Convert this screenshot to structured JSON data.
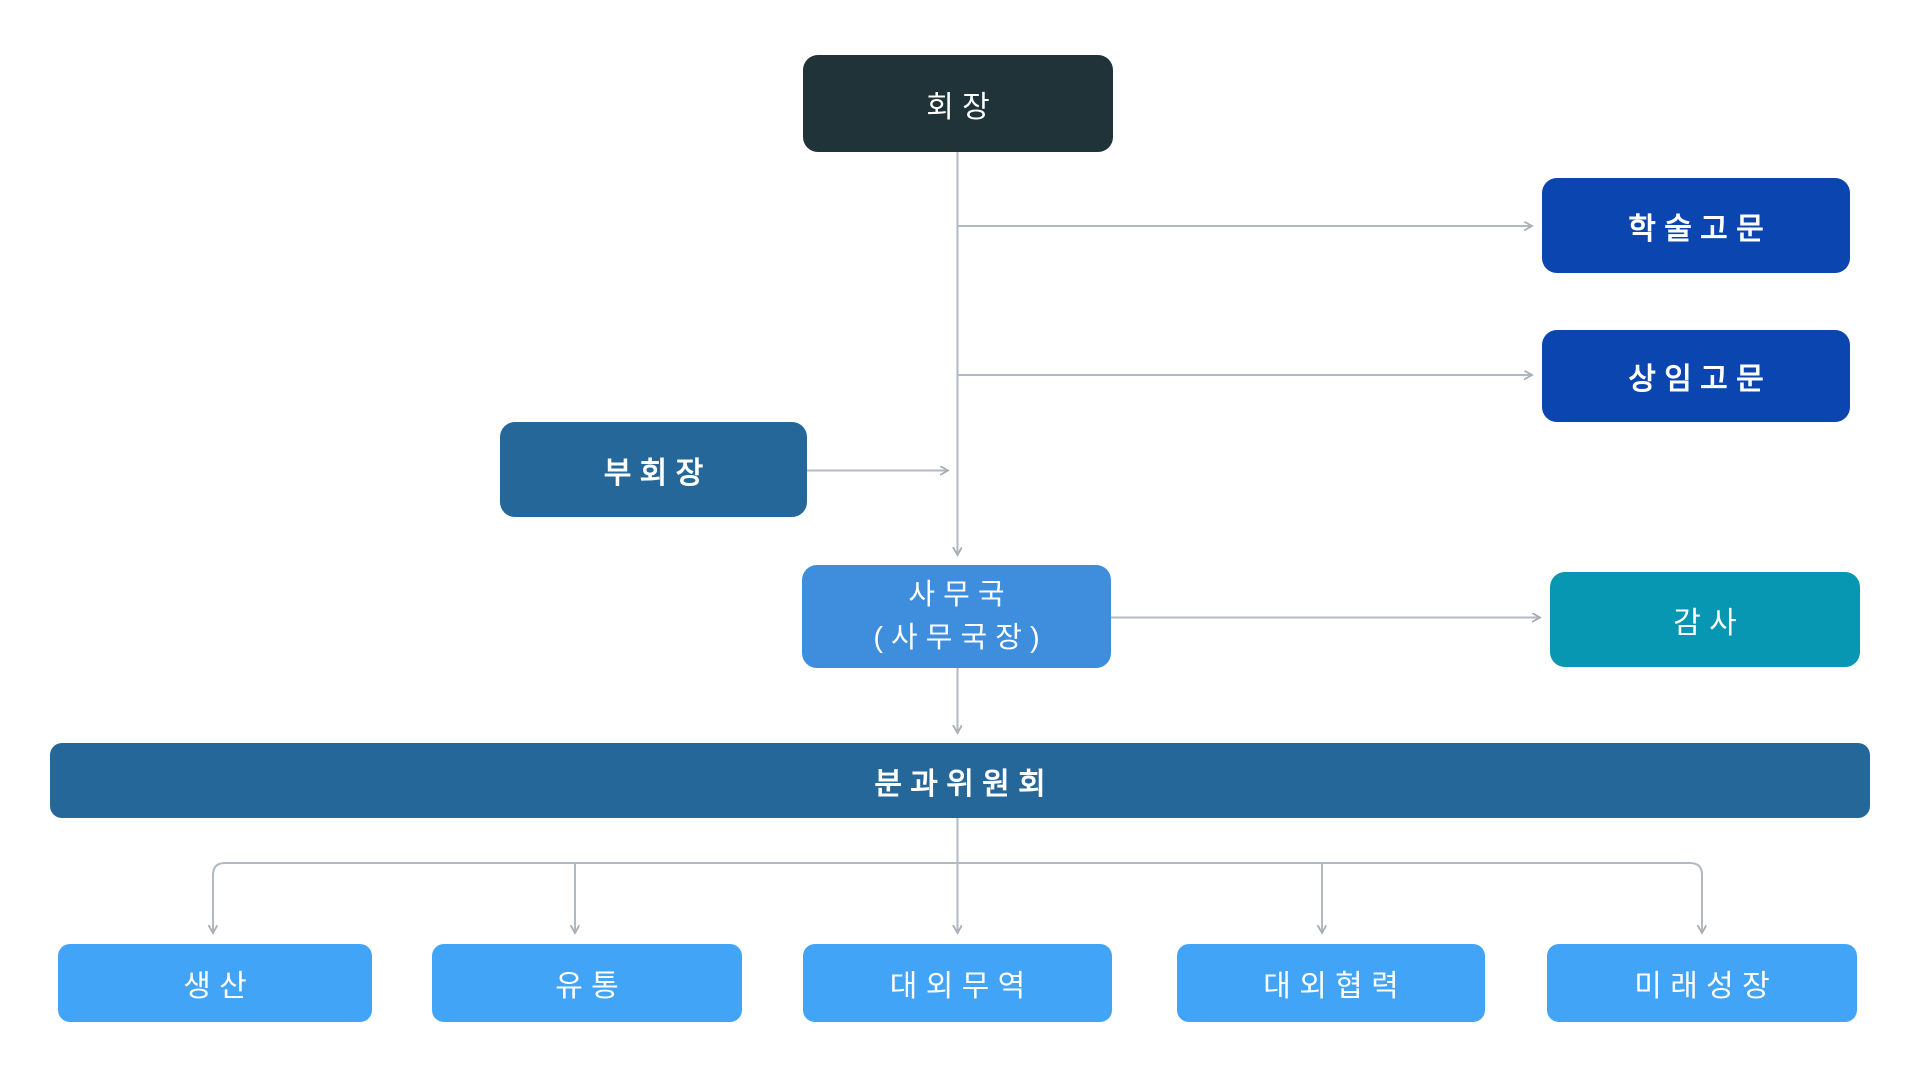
{
  "diagram": {
    "type": "org-chart",
    "connector_color": "#b2bac1",
    "arrowhead_color": "#a6aeb6",
    "nodes": {
      "chairman": {
        "label": "회 장",
        "color": "#1f3339",
        "text_color": "#ffffff",
        "bold": false
      },
      "academic_advisor": {
        "label": "학 술 고 문",
        "color": "#0b45b0",
        "text_color": "#ffffff",
        "bold": true
      },
      "standing_advisor": {
        "label": "상 임 고 문",
        "color": "#0b45b0",
        "text_color": "#ffffff",
        "bold": true
      },
      "vice_chairman": {
        "label": "부 회 장",
        "color": "#26679a",
        "text_color": "#ffffff",
        "bold": true
      },
      "secretariat": {
        "label_line1": "사 무 국",
        "label_line2": "( 사 무 국 장 )",
        "color": "#3e8edd",
        "text_color": "#ffffff",
        "bold": false
      },
      "auditor": {
        "label": "감 사",
        "color": "#0797b2",
        "text_color": "#ffffff",
        "bold": false
      },
      "subcommittee_bar": {
        "label": "분 과 위 원 회",
        "color": "#26679a",
        "text_color": "#ffffff",
        "bold": true
      },
      "dept_production": {
        "label": "생 산",
        "color": "#41a4f6",
        "text_color": "#ffffff",
        "bold": false
      },
      "dept_distribution": {
        "label": "유 통",
        "color": "#41a4f6",
        "text_color": "#ffffff",
        "bold": false
      },
      "dept_foreign_trade": {
        "label": "대 외 무 역",
        "color": "#41a4f6",
        "text_color": "#ffffff",
        "bold": false
      },
      "dept_external_cooperation": {
        "label": "대 외 협 력",
        "color": "#41a4f6",
        "text_color": "#ffffff",
        "bold": false
      },
      "dept_future_growth": {
        "label": "미 래 성 장",
        "color": "#41a4f6",
        "text_color": "#ffffff",
        "bold": false
      }
    },
    "edges": [
      {
        "from": "chairman",
        "to": "secretariat",
        "style": "arrow-down"
      },
      {
        "from": "chairman",
        "to": "academic_advisor",
        "style": "arrow-right"
      },
      {
        "from": "chairman",
        "to": "standing_advisor",
        "style": "arrow-right"
      },
      {
        "from": "vice_chairman",
        "to": "chairman-secretariat-trunk",
        "style": "arrow-right"
      },
      {
        "from": "secretariat",
        "to": "auditor",
        "style": "arrow-right"
      },
      {
        "from": "secretariat",
        "to": "subcommittee_bar",
        "style": "arrow-down"
      },
      {
        "from": "subcommittee_bar",
        "to": "dept_production",
        "style": "arrow-down"
      },
      {
        "from": "subcommittee_bar",
        "to": "dept_distribution",
        "style": "arrow-down"
      },
      {
        "from": "subcommittee_bar",
        "to": "dept_foreign_trade",
        "style": "arrow-down"
      },
      {
        "from": "subcommittee_bar",
        "to": "dept_external_cooperation",
        "style": "arrow-down"
      },
      {
        "from": "subcommittee_bar",
        "to": "dept_future_growth",
        "style": "arrow-down"
      }
    ]
  }
}
